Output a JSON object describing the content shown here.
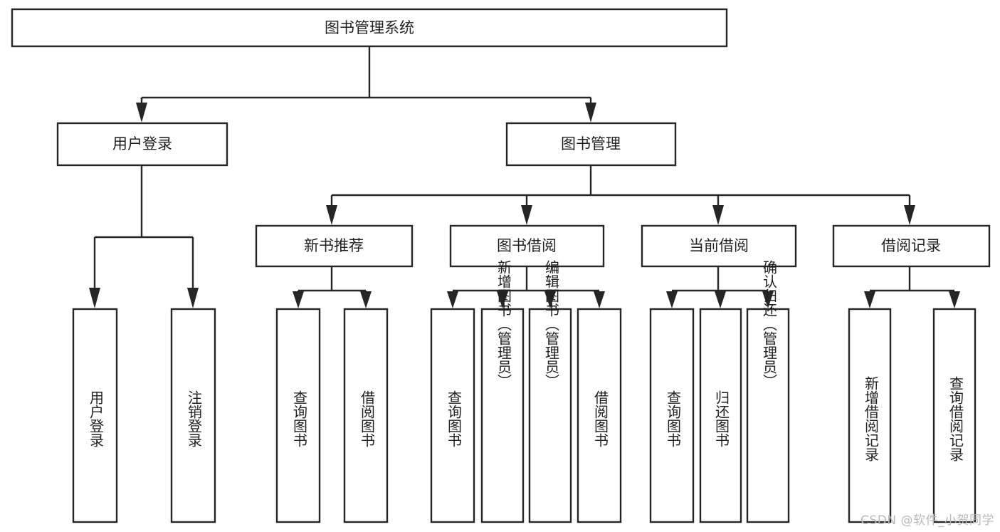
{
  "diagram": {
    "type": "tree-hierarchy",
    "title": "图书管理系统",
    "watermark": "CSDN @软件_小贺同学",
    "colors": {
      "stroke": "#262626",
      "fill": "#ffffff",
      "text": "#1f1f1f",
      "watermark": "#b9b9b9",
      "background": "#ffffff"
    },
    "levels": [
      {
        "level": 1,
        "nodes": [
          {
            "id": "root",
            "label": "图书管理系统",
            "orientation": "horizontal"
          }
        ]
      },
      {
        "level": 2,
        "nodes": [
          {
            "id": "login",
            "label": "用户登录",
            "orientation": "horizontal",
            "parent": "root"
          },
          {
            "id": "bookmgmt",
            "label": "图书管理",
            "orientation": "horizontal",
            "parent": "root"
          }
        ]
      },
      {
        "level": 3,
        "nodes": [
          {
            "id": "newbook",
            "label": "新书推荐",
            "orientation": "horizontal",
            "parent": "bookmgmt"
          },
          {
            "id": "borrow",
            "label": "图书借阅",
            "orientation": "horizontal",
            "parent": "bookmgmt"
          },
          {
            "id": "current",
            "label": "当前借阅",
            "orientation": "horizontal",
            "parent": "bookmgmt"
          },
          {
            "id": "records",
            "label": "借阅记录",
            "orientation": "horizontal",
            "parent": "bookmgmt"
          }
        ]
      },
      {
        "level": 4,
        "nodes": [
          {
            "id": "leaf1",
            "label": "用户登录",
            "orientation": "vertical",
            "parent": "login"
          },
          {
            "id": "leaf2",
            "label": "注销登录",
            "orientation": "vertical",
            "parent": "login"
          },
          {
            "id": "leaf3",
            "label": "查询图书",
            "orientation": "vertical",
            "parent": "newbook"
          },
          {
            "id": "leaf4",
            "label": "借阅图书",
            "orientation": "vertical",
            "parent": "newbook"
          },
          {
            "id": "leaf5",
            "label": "查询图书",
            "orientation": "vertical",
            "parent": "borrow"
          },
          {
            "id": "leaf6",
            "label": "新增图书（管理员）",
            "orientation": "vertical",
            "parent": "borrow"
          },
          {
            "id": "leaf7",
            "label": "编辑图书（管理员）",
            "orientation": "vertical",
            "parent": "borrow"
          },
          {
            "id": "leaf8",
            "label": "借阅图书",
            "orientation": "vertical",
            "parent": "borrow"
          },
          {
            "id": "leaf9",
            "label": "查询图书",
            "orientation": "vertical",
            "parent": "current"
          },
          {
            "id": "leaf10",
            "label": "归还图书",
            "orientation": "vertical",
            "parent": "current"
          },
          {
            "id": "leaf11",
            "label": "确认归还（管理员）",
            "orientation": "vertical",
            "parent": "current"
          },
          {
            "id": "leaf12",
            "label": "新增借阅记录",
            "orientation": "vertical",
            "parent": "records"
          },
          {
            "id": "leaf13",
            "label": "查询借阅记录",
            "orientation": "vertical",
            "parent": "records"
          }
        ]
      }
    ]
  }
}
